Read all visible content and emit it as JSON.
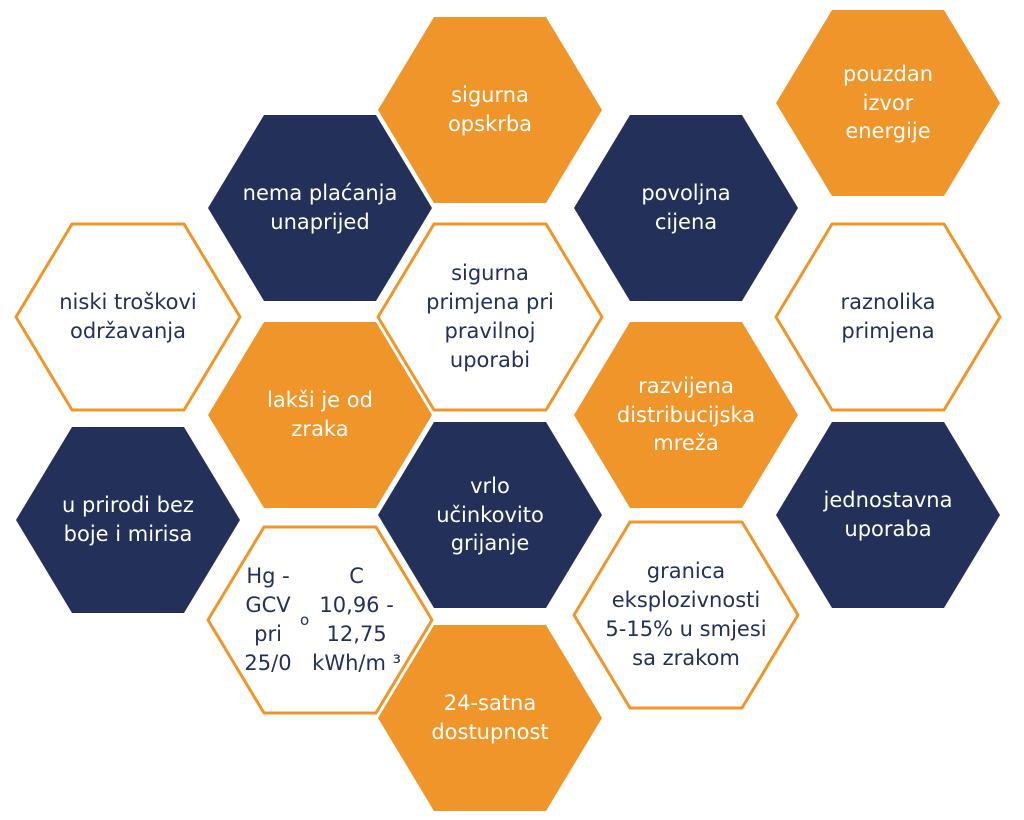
{
  "colors": {
    "dark": "#23315a",
    "orange": "#f0952a",
    "white": "#ffffff",
    "outline": "#f0952a"
  },
  "hexagons": [
    {
      "id": "sigurna-opskrba",
      "style": "orange",
      "label": "sigurna\nopskrba"
    },
    {
      "id": "pouzdan-izvor-energije",
      "style": "orange",
      "label": "pouzdan\nizvor\nenergije"
    },
    {
      "id": "nema-placanja-unaprijed",
      "style": "dark",
      "label": "nema plaćanja\nunaprijed"
    },
    {
      "id": "povoljna-cijena",
      "style": "dark",
      "label": "povoljna\ncijena"
    },
    {
      "id": "niski-troskovi-odrzavanja",
      "style": "white",
      "label": "niski troškovi\nodržavanja"
    },
    {
      "id": "sigurna-primjena",
      "style": "white",
      "label": "sigurna\nprimjena pri\npravilnoj\nuporabi"
    },
    {
      "id": "raznolika-primjena",
      "style": "white",
      "label": "raznolika\nprimjena"
    },
    {
      "id": "laksi-je-od-zraka",
      "style": "orange",
      "label": "lakši je od\nzraka"
    },
    {
      "id": "razvijena-distribucijska-mreza",
      "style": "orange",
      "label": "razvijena\ndistribucijska\nmreža"
    },
    {
      "id": "u-prirodi-bez-boje",
      "style": "dark",
      "label": "u prirodi bez\nboje i mirisa"
    },
    {
      "id": "vrlo-ucinkovito-grijanje",
      "style": "dark",
      "label": "vrlo\nučinkovito\ngrijanje"
    },
    {
      "id": "jednostavna-uporaba",
      "style": "dark",
      "label": "jednostavna\nuporaba"
    },
    {
      "id": "hg-gcv",
      "style": "white",
      "label_parts": [
        "Hg - GCV\npri 25/0 ",
        "o",
        "C\n10,96 - 12,75\nkWh/m ³"
      ]
    },
    {
      "id": "granica-eksplozivnosti",
      "style": "white",
      "label": "granica\neksplozivnosti\n5-15% u smjesi\nsa zrakom"
    },
    {
      "id": "24-satna-dostupnost",
      "style": "orange",
      "label": "24-satna\ndostupnost"
    }
  ]
}
